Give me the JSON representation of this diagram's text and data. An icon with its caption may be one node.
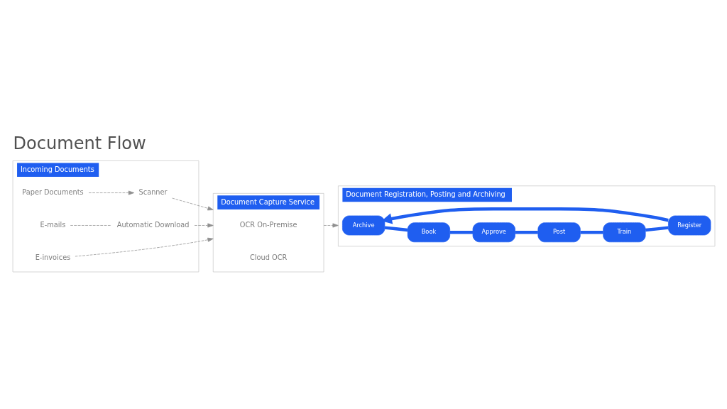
{
  "diagram": {
    "title": "Document Flow",
    "nodes": [
      {
        "text": [
          "Incoming Documents"
        ]
      },
      {
        "text": [
          "Paper Documents"
        ],
        "in": 0
      },
      {
        "text": [
          "Scanner"
        ],
        "in": 0
      },
      {
        "text": [
          "E-mails"
        ],
        "in": 0
      },
      {
        "text": [
          "Automatic Download"
        ],
        "in": 0
      },
      {
        "text": [
          "E-invoices"
        ],
        "in": 0
      },
      {
        "text": [
          "Document Capture Service"
        ]
      },
      {
        "text": [
          "OCR On-Premise"
        ],
        "in": 6
      },
      {
        "text": [
          "Cloud OCR"
        ],
        "in": 6
      },
      {
        "text": [
          "Document Registration, Posting and Archiving"
        ]
      },
      {
        "text": [
          "Archive"
        ],
        "in": 9
      },
      {
        "text": [
          "Book"
        ],
        "in": 9
      },
      {
        "text": [
          "Approve"
        ],
        "in": 9
      },
      {
        "text": [
          "Post"
        ],
        "in": 9
      },
      {
        "text": [
          "Train"
        ],
        "in": 9
      },
      {
        "text": [
          "Register"
        ],
        "in": 9
      }
    ],
    "edges": [
      {
        "from": 1,
        "to": 2,
        "arrow": "to",
        "style": "dashed"
      },
      {
        "from": 2,
        "to": 6,
        "arrow": "to",
        "style": "dashed"
      },
      {
        "from": 3,
        "to": 4,
        "arrow": "none",
        "style": "dashed"
      },
      {
        "from": 4,
        "to": 6,
        "arrow": "to",
        "style": "dashed"
      },
      {
        "from": 5,
        "to": 6,
        "arrow": "to",
        "style": "dashed"
      },
      {
        "from": 6,
        "to": 9,
        "arrow": "to",
        "style": "dashed"
      },
      {
        "from": 10,
        "to": 11,
        "arrow": "none",
        "style": "thick",
        "color": "#1f5ef0"
      },
      {
        "from": 11,
        "to": 12,
        "arrow": "none",
        "style": "thick",
        "color": "#1f5ef0"
      },
      {
        "from": 12,
        "to": 13,
        "arrow": "none",
        "style": "thick",
        "color": "#1f5ef0"
      },
      {
        "from": 13,
        "to": 14,
        "arrow": "none",
        "style": "thick",
        "color": "#1f5ef0"
      },
      {
        "from": 14,
        "to": 15,
        "arrow": "none",
        "style": "thick",
        "color": "#1f5ef0"
      },
      {
        "from": 15,
        "to": 10,
        "arrow": "to",
        "style": "thick",
        "color": "#1f5ef0"
      }
    ]
  }
}
